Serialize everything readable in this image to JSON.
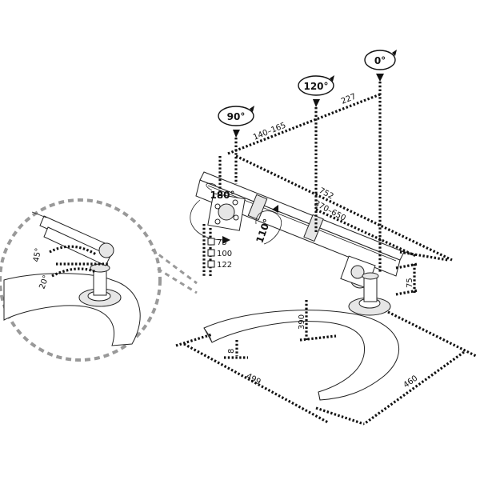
{
  "rotation_labels": {
    "r0": "0°",
    "r120": "120°",
    "r90": "90°",
    "r180": "180°",
    "r110": "110°"
  },
  "dimensions": {
    "d227": "227",
    "d140_165": "140–165",
    "d752": "752",
    "d370_650": "370–650",
    "d75": "75",
    "d390": "390",
    "d8": "8",
    "d499": "499",
    "d460": "460",
    "d45": "45°",
    "d20": "20°"
  },
  "vesa_options": [
    "75",
    "100",
    "122"
  ],
  "colors": {
    "ink": "#111111",
    "detail_circle": "#999999"
  }
}
